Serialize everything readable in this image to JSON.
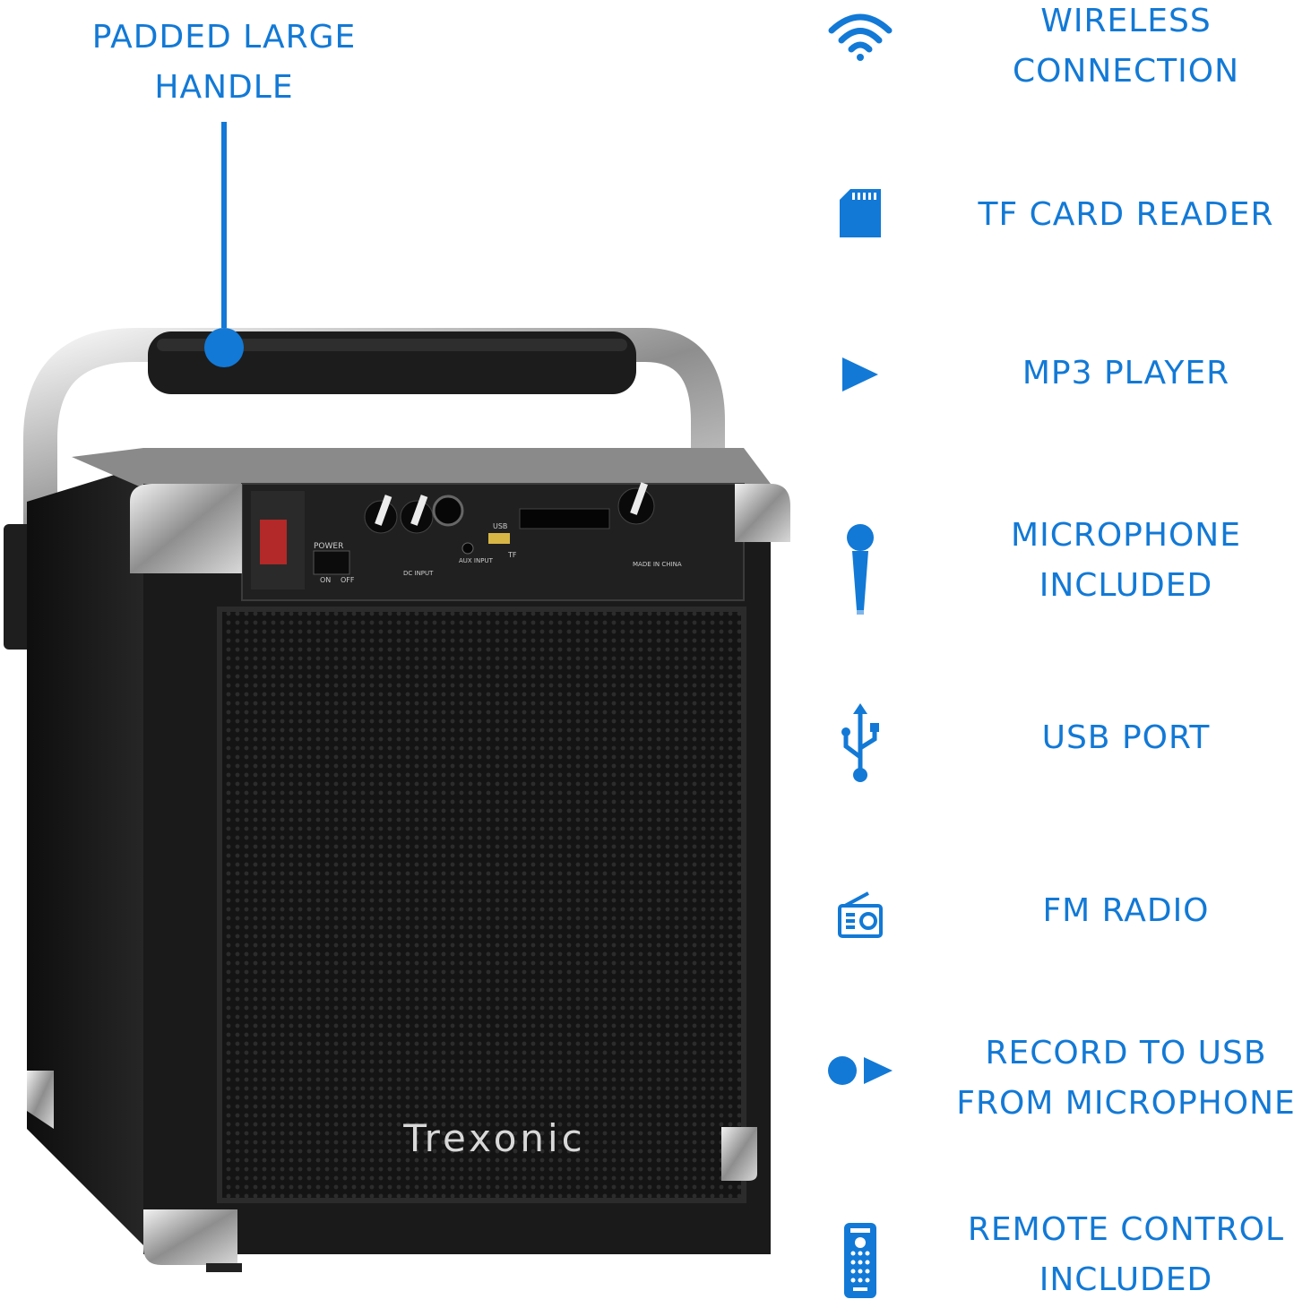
{
  "callout": {
    "lines": [
      "PADDED LARGE",
      "HANDLE"
    ]
  },
  "brand": {
    "logo_text": "Trexonic"
  },
  "panel_labels": {
    "power": "POWER",
    "on": "ON",
    "off": "OFF",
    "usb": "USB",
    "tf": "TF",
    "aux": "AUX INPUT",
    "dc": "DC INPUT",
    "made_in": "MADE IN CHINA"
  },
  "features": [
    {
      "icon": "wifi-icon",
      "lines": [
        "WIRELESS",
        "CONNECTION"
      ]
    },
    {
      "icon": "sd-card-icon",
      "lines": [
        "TF CARD READER"
      ]
    },
    {
      "icon": "play-icon",
      "lines": [
        "MP3 PLAYER"
      ]
    },
    {
      "icon": "microphone-icon",
      "lines": [
        "MICROPHONE",
        "INCLUDED"
      ]
    },
    {
      "icon": "usb-icon",
      "lines": [
        "USB PORT"
      ]
    },
    {
      "icon": "radio-icon",
      "lines": [
        "FM RADIO"
      ]
    },
    {
      "icon": "record-icon",
      "lines": [
        "RECORD TO USB",
        "FROM MICROPHONE"
      ]
    },
    {
      "icon": "remote-control-icon",
      "lines": [
        "REMOTE CONTROL",
        "INCLUDED"
      ]
    }
  ],
  "colors": {
    "accent": "#1279d6",
    "speaker_body": "#1a1a1a",
    "chrome": "#c0c0c0"
  }
}
